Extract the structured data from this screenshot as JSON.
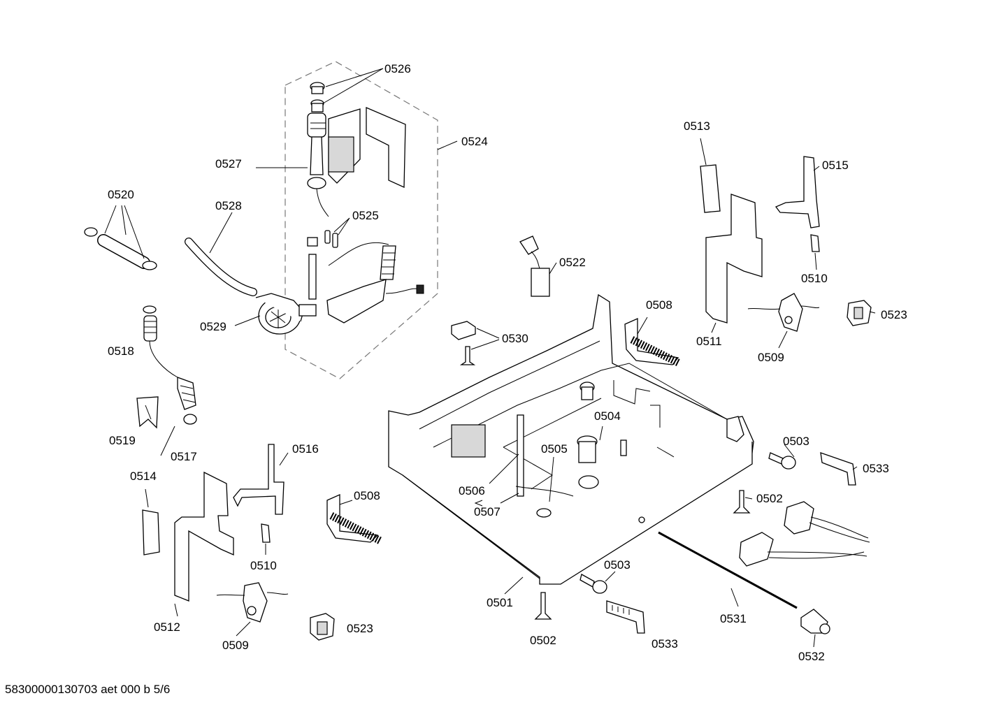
{
  "labels": {
    "l0526": "0526",
    "l0524": "0524",
    "l0527": "0527",
    "l0528": "0528",
    "l0525": "0525",
    "l0520": "0520",
    "l0529": "0529",
    "l0518": "0518",
    "l0519": "0519",
    "l0517": "0517",
    "l0516": "0516",
    "l0514": "0514",
    "l0510a": "0510",
    "l0512": "0512",
    "l0509a": "0509",
    "l0523a": "0523",
    "l0508a": "0508",
    "l0522": "0522",
    "l0530": "0530",
    "l0508b": "0508",
    "l0504": "0504",
    "l0505": "0505",
    "l0506": "0506",
    "l0507": "0507",
    "l0501": "0501",
    "l0502a": "0502",
    "l0503a": "0503",
    "l0533a": "0533",
    "l0502b": "0502",
    "l0503b": "0503",
    "l0533b": "0533",
    "l0531": "0531",
    "l0532": "0532",
    "l0513": "0513",
    "l0515": "0515",
    "l0510b": "0510",
    "l0511": "0511",
    "l0509b": "0509",
    "l0523b": "0523"
  },
  "footer": "58300000130703 aet 000 b 5/6"
}
